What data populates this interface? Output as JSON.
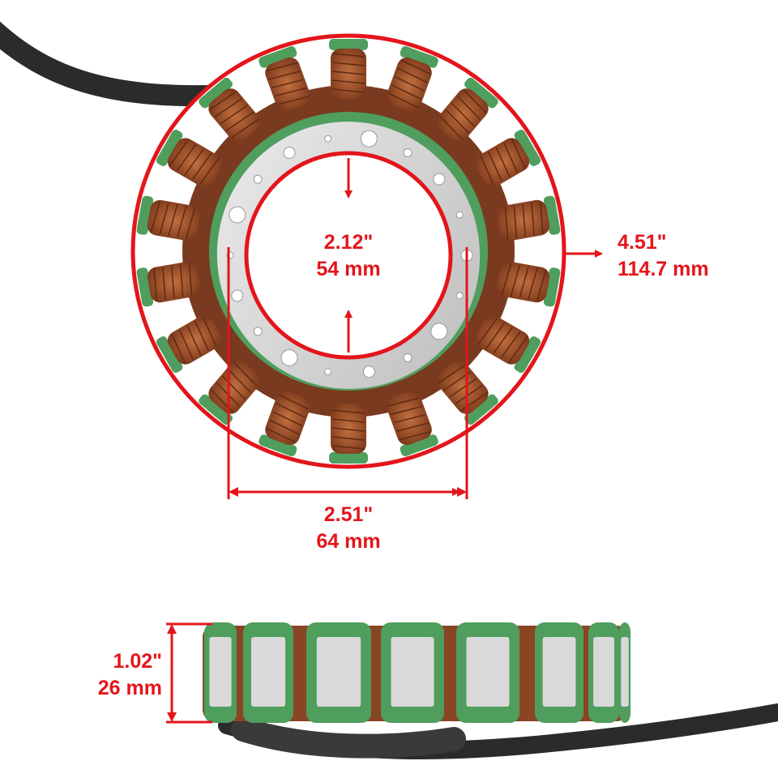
{
  "colors": {
    "dimension_red": "#e3151b",
    "coil_copper": "#a5512b",
    "insulator_green": "#4f9e5e",
    "core_steel": "#d9d9d9",
    "cable_black": "#2b2b2b",
    "background": "#ffffff"
  },
  "product": {
    "name": "stator-coil",
    "coil_count": 18
  },
  "dimensions": {
    "inner_diameter": {
      "inch": "2.12\"",
      "mm": "54 mm"
    },
    "bolt_spacing": {
      "inch": "2.51\"",
      "mm": "64 mm"
    },
    "outer_diameter": {
      "inch": "4.51\"",
      "mm": "114.7 mm"
    },
    "height": {
      "inch": "1.02\"",
      "mm": "26 mm"
    }
  }
}
